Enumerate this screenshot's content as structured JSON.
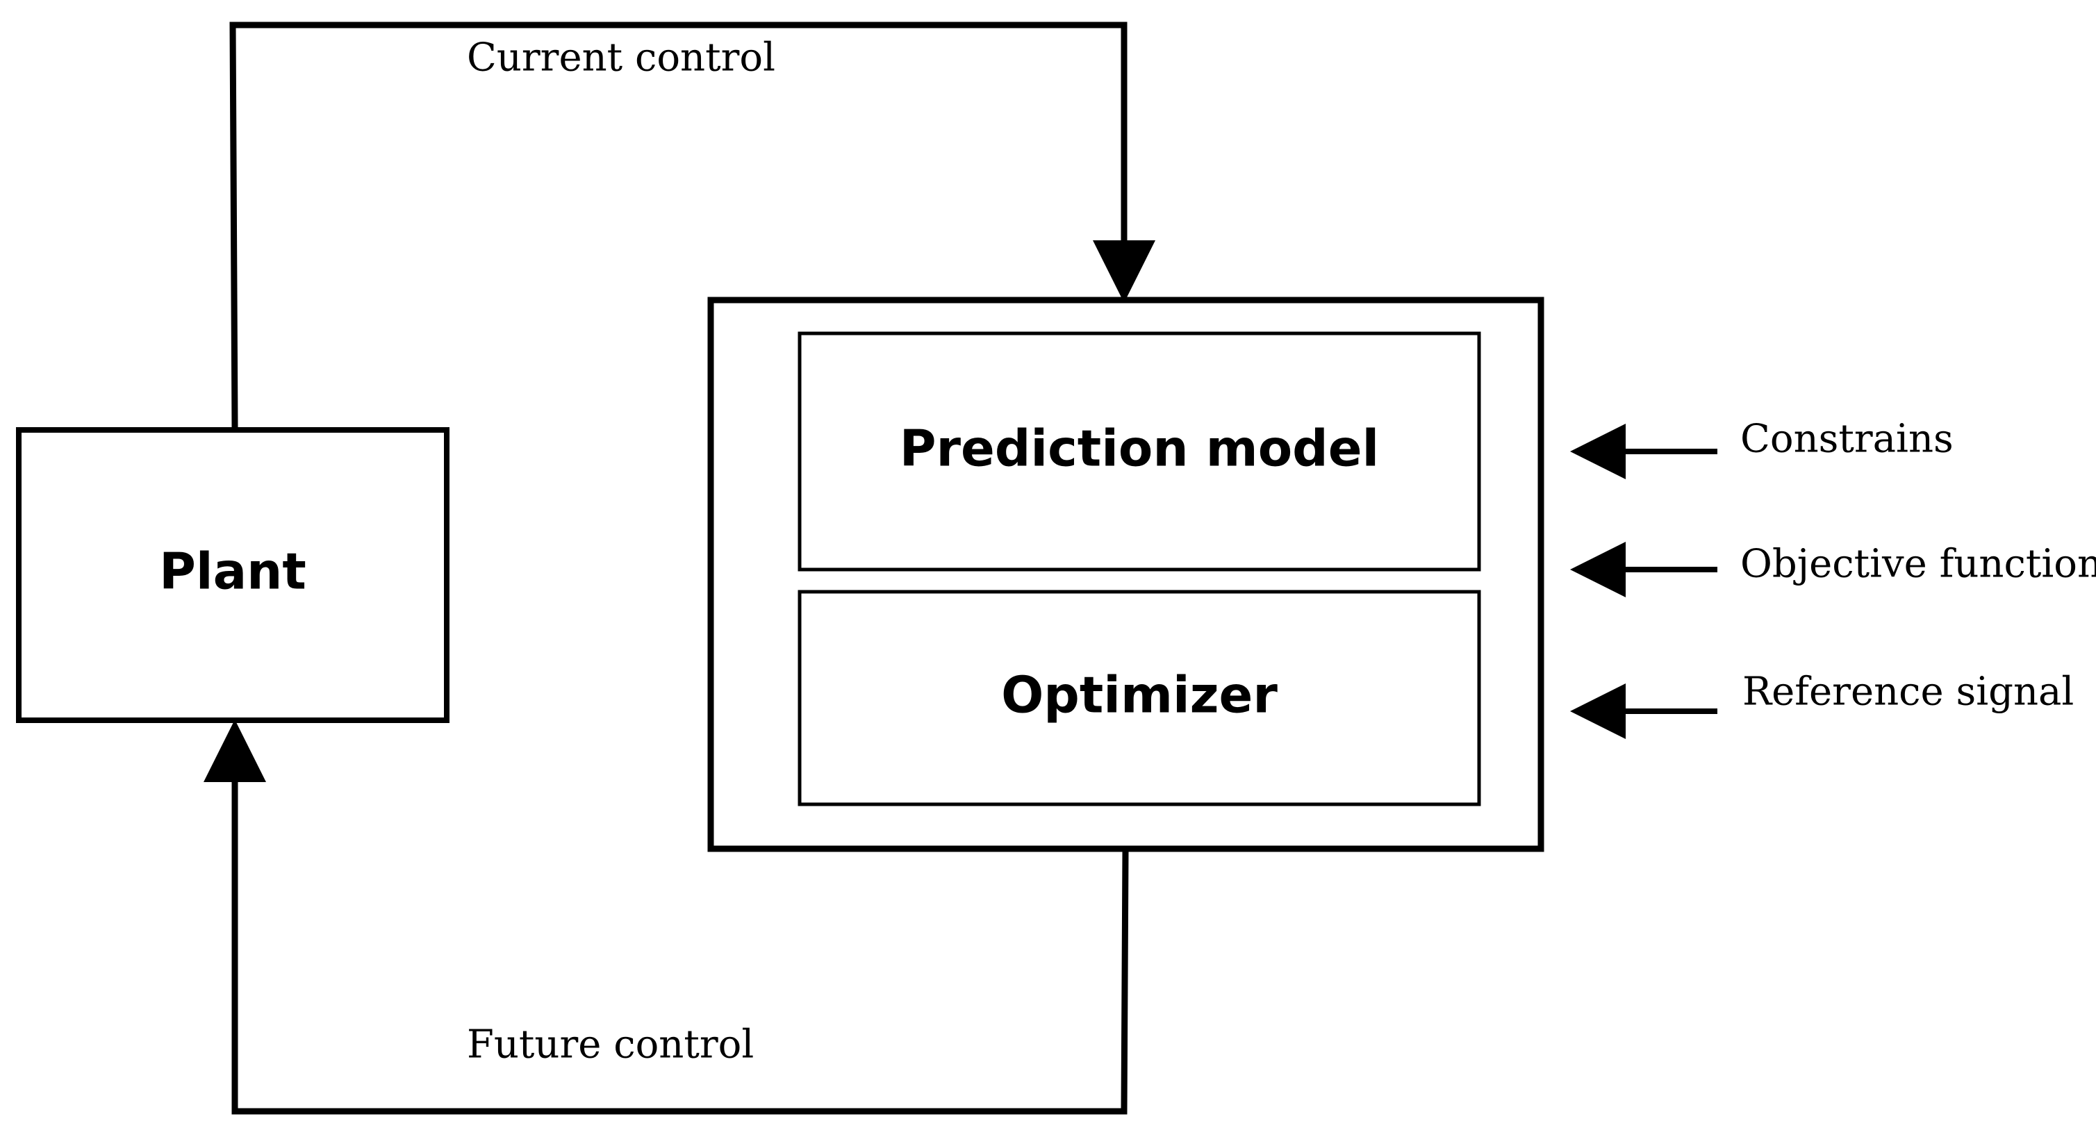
{
  "blocks": {
    "plant": "Plant",
    "prediction_model": "Prediction model",
    "optimizer": "Optimizer"
  },
  "signals": {
    "current_control": "Current control",
    "future_control": "Future control"
  },
  "inputs": {
    "constraints": "Constrains",
    "objective_function": "Objective function",
    "reference_signal": "Reference signal"
  },
  "colors": {
    "line": "#000000",
    "background": "#ffffff"
  }
}
